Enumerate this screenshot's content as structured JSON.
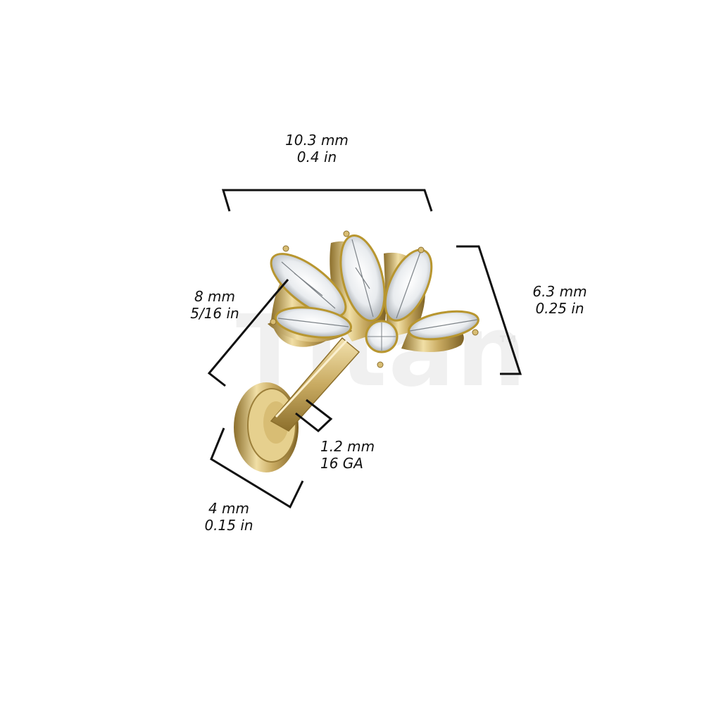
{
  "dimensions": {
    "width_top": {
      "metric": "10.3 mm",
      "imperial": "0.4 in"
    },
    "height_right": {
      "metric": "6.3 mm",
      "imperial": "0.25 in"
    },
    "length_bar": {
      "metric": "8 mm",
      "imperial": "5/16 in"
    },
    "gauge": {
      "metric": "1.2 mm",
      "imperial": "16 GA"
    },
    "disc": {
      "metric": "4 mm",
      "imperial": "0.15 in"
    }
  },
  "watermark": {
    "brand": "Titan",
    "mark": "™"
  },
  "colors": {
    "gold": "#c9ab62",
    "gold_dark": "#8c6f2c",
    "gold_light": "#f1dfa6",
    "line": "#111111"
  }
}
